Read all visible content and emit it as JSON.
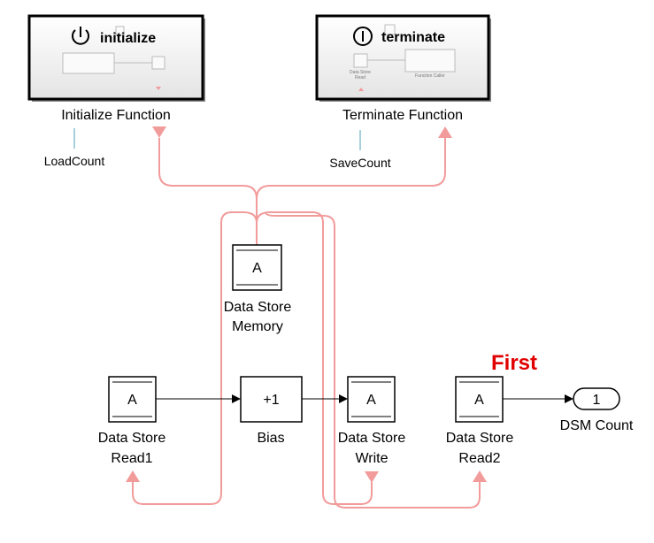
{
  "colors": {
    "signal": "#000000",
    "trigger_lines": "#f29b9b",
    "accent_label": "#e00000",
    "name_line": "#a8d0dc"
  },
  "init_subsystem": {
    "title": "initialize",
    "icon": "power-icon",
    "label": "Initialize Function",
    "note": "LoadCount"
  },
  "term_subsystem": {
    "title": "terminate",
    "icon": "terminate-icon",
    "label": "Terminate Function",
    "note": "SaveCount",
    "inner_read_label_1": "Data Store",
    "inner_read_label_2": "Read",
    "inner_caller_label": "Function Caller"
  },
  "memory": {
    "symbol": "A",
    "label_1": "Data Store",
    "label_2": "Memory"
  },
  "read1": {
    "symbol": "A",
    "label_1": "Data Store",
    "label_2": "Read1"
  },
  "bias": {
    "symbol": "+1",
    "label": "Bias"
  },
  "write": {
    "symbol": "A",
    "label_1": "Data Store",
    "label_2": "Write"
  },
  "read2": {
    "symbol": "A",
    "label_1": "Data Store",
    "label_2": "Read2",
    "annotation": "First"
  },
  "outport": {
    "number": "1",
    "label": "DSM Count"
  }
}
